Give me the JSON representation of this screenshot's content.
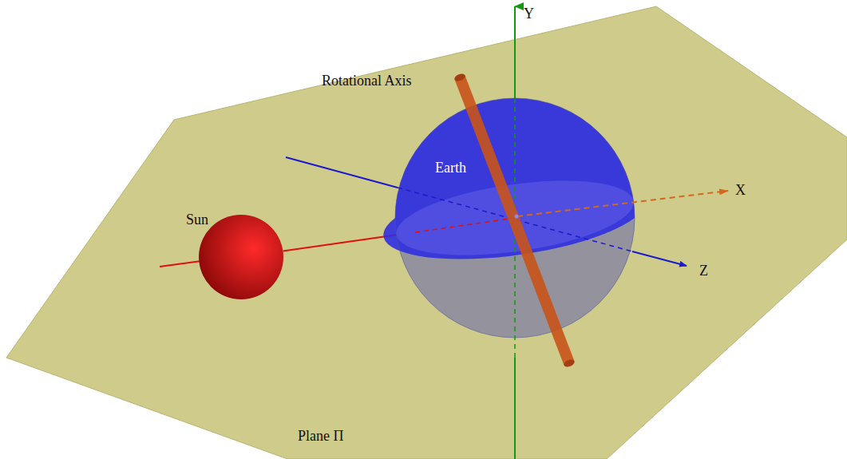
{
  "diagram": {
    "nodes": [
      {
        "text": [
          "Plane Π"
        ]
      },
      {
        "text": [
          "Sun"
        ],
        "in": 0
      },
      {
        "text": [
          "Earth"
        ],
        "in": 0
      }
    ],
    "edges": [
      {
        "from": 1,
        "to": 2,
        "arrow": "none"
      }
    ],
    "labels": [
      "Y",
      "Rotational Axis",
      "X",
      "Z"
    ]
  }
}
